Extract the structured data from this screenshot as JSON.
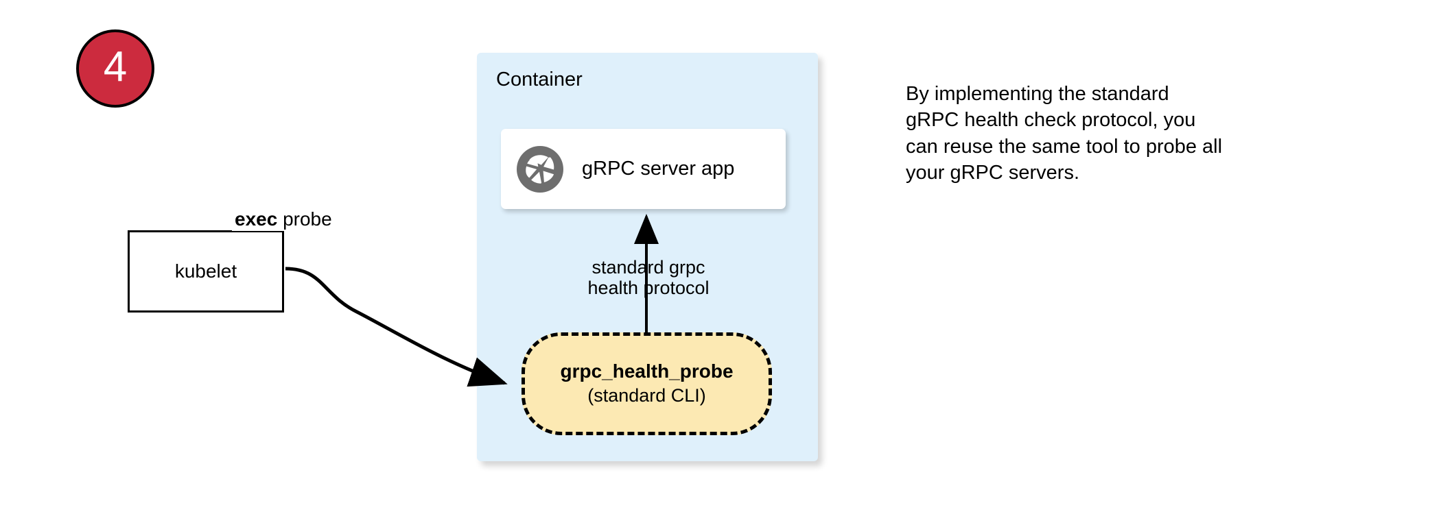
{
  "step": {
    "number": "4"
  },
  "container": {
    "label": "Container"
  },
  "server_card": {
    "icon": "aperture-icon",
    "label": "gRPC server app"
  },
  "kubelet": {
    "label": "kubelet"
  },
  "probe": {
    "title": "grpc_health_probe",
    "subtitle": "(standard CLI)"
  },
  "edges": {
    "exec_probe": {
      "bold": "exec",
      "rest": " probe"
    },
    "protocol": {
      "line1": "standard grpc",
      "line2": "health protocol"
    }
  },
  "side_note": {
    "line1": "By implementing the standard",
    "line2": "gRPC health check protocol, you",
    "line3": "can reuse the same tool to probe all",
    "line4": "your gRPC servers."
  },
  "colors": {
    "badge_red": "#cc2b3e",
    "container_blue": "#dff0fb",
    "probe_yellow": "#fce9b3",
    "icon_gray": "#6e6e6e",
    "stroke_black": "#000000",
    "card_white": "#ffffff"
  }
}
